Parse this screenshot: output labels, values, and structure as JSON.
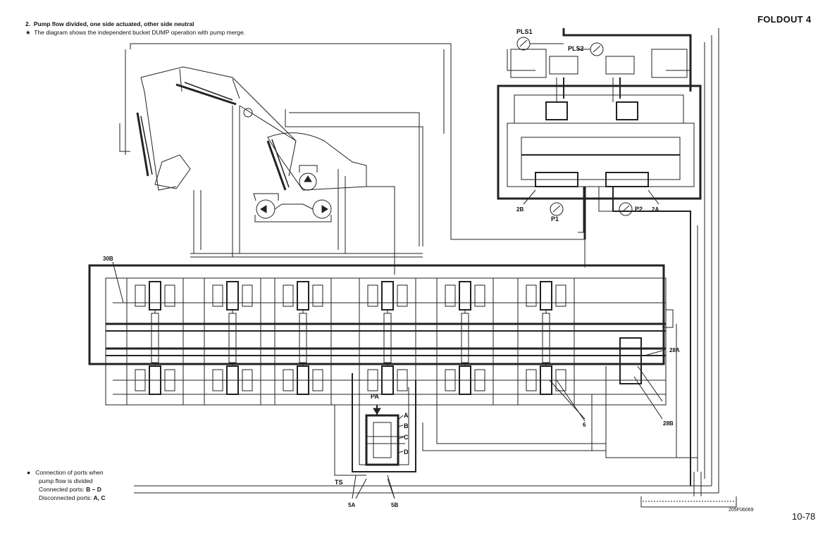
{
  "header": {
    "section_number": "2.",
    "section_title": "Pump flow divided, one side actuated, other side neutral",
    "note_bullet": "★",
    "note_text": "The diagram shows the independent bucket DUMP operation with pump merge."
  },
  "foldout_label": "FOLDOUT 4",
  "page_number": "10-78",
  "figure_code": "205F06069",
  "labels": {
    "pls1": "PLS1",
    "pls2": "PLS2",
    "p1": "P1",
    "p2": "P2",
    "pump_2b": "2B",
    "pump_2a": "2A",
    "valve_30b": "30B",
    "valve_28a": "28A",
    "valve_28b": "28B",
    "valve_6": "6",
    "pa": "PA",
    "port_a": "A",
    "port_b": "B",
    "port_c": "C",
    "port_d": "D",
    "ts": "TS",
    "valve_5a": "5A",
    "valve_5b": "5B"
  },
  "bottom_note": {
    "bullet": "●",
    "line1": "Connection of ports when",
    "line2": "pump flow is divided",
    "line3_label": "Connected ports: ",
    "line3_value": "B – D",
    "line4_label": "Disconnected ports: ",
    "line4_value": "A, C"
  }
}
